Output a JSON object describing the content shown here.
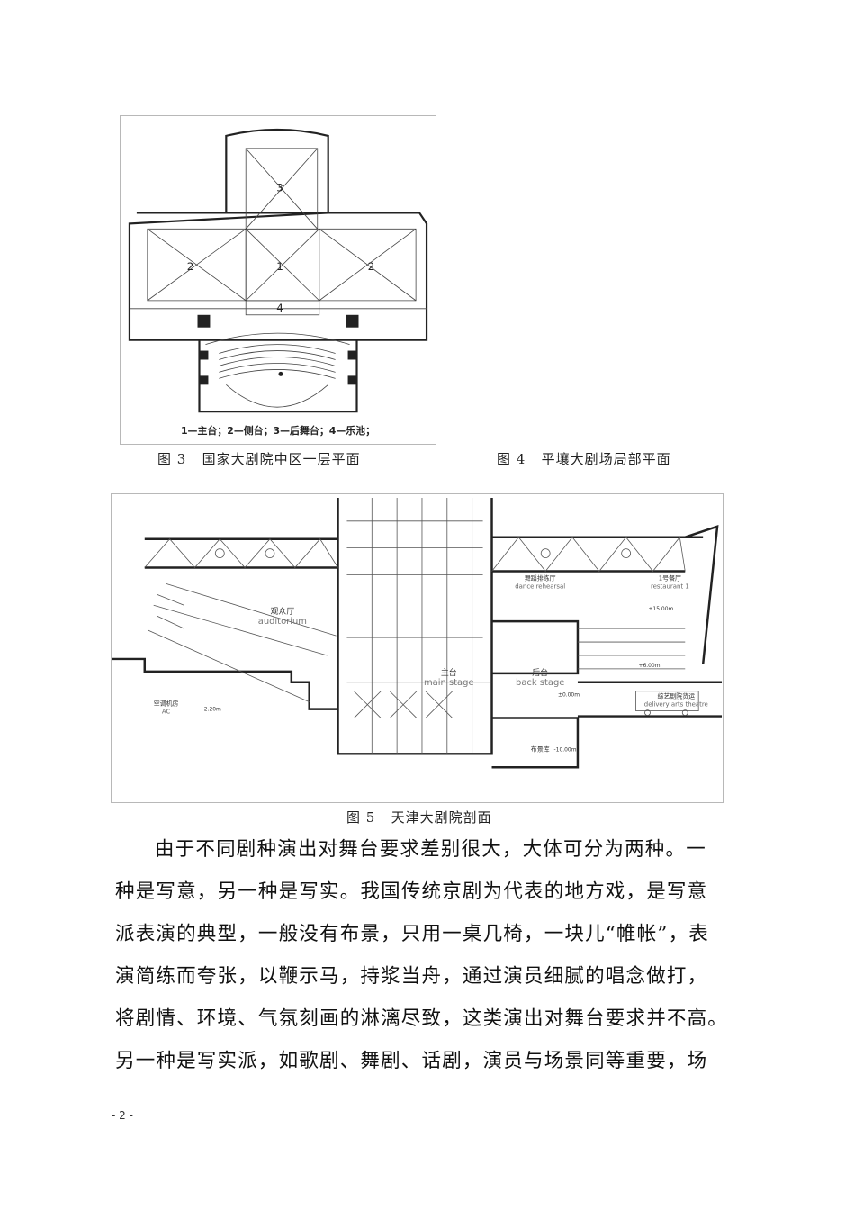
{
  "figures": [
    {
      "id": "fig3",
      "caption": "图 3   国家大剧院中区一层平面",
      "labels": {
        "main_stage": "1",
        "side_stage": "2",
        "back_stage": "3",
        "orchestra_pit": "4"
      },
      "legend": "1—主台；2—侧台；3—后舞台；4—乐池；"
    },
    {
      "id": "fig4",
      "caption": "图 4   平壤大剧场局部平面"
    },
    {
      "id": "fig5",
      "caption": "图 5   天津大剧院剖面",
      "labels": {
        "auditorium_cn": "观众厅",
        "auditorium_en": "auditorium",
        "main_stage_cn": "主台",
        "main_stage_en": "main stage",
        "back_stage_cn": "后台",
        "back_stage_en": "back stage",
        "dance_cn": "舞蹈排练厅",
        "dance_en": "dance rehearsal",
        "restaurant_cn": "1号餐厅",
        "restaurant_en": "restaurant 1",
        "delivery_cn": "综艺剧院货运",
        "delivery_en": "delivery arts theatre",
        "ac_cn": "空调机房",
        "ac_en": "AC",
        "storage_cn": "布景库",
        "level_230": "2.20m",
        "level_000": "±0.00m",
        "level_1500": "+15.00m",
        "level_600": "+6.00m",
        "level_m1000": "-10.00m"
      }
    }
  ],
  "body_text": {
    "lines": [
      "由于不同剧种演出对舞台要求差别很大，大体可分为两种。一",
      "种是写意，另一种是写实。我国传统京剧为代表的地方戏，是写意",
      "派表演的典型，一般没有布景，只用一桌几椅，一块儿“帷帐”，表",
      "演简练而夸张，以鞭示马，持浆当舟，通过演员细腻的唱念做打，",
      "将剧情、环境、气氛刻画的淋漓尽致，这类演出对舞台要求并不高。",
      "另一种是写实派，如歌剧、舞剧、话剧，演员与场景同等重要，场"
    ]
  },
  "footer": {
    "page_number": "- 2 -"
  }
}
